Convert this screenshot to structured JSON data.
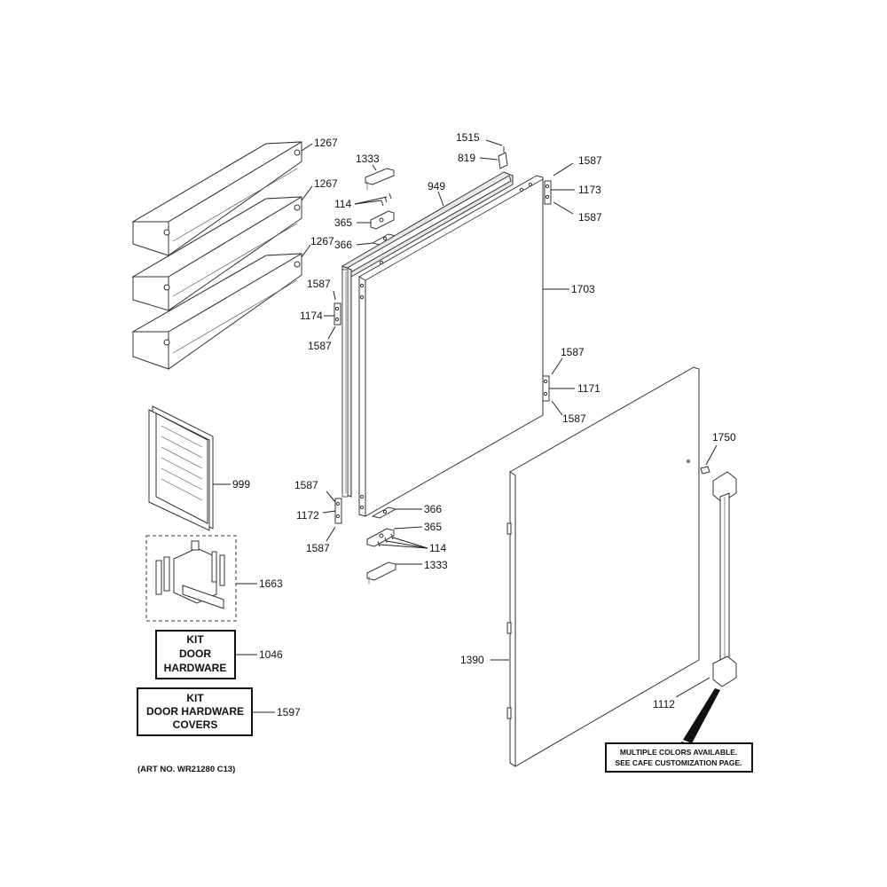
{
  "callouts": {
    "bin_top": "1267",
    "bin_mid": "1267",
    "bin_low": "1267",
    "manual": "999",
    "hardware_bag": "1663",
    "kit_hw": "1046",
    "kit_covers": "1597",
    "bracket_top": "1333",
    "screw_top": "114",
    "hinge_top": "365",
    "shim_top": "366",
    "p1515": "1515",
    "p819": "819",
    "gasket": "949",
    "p1587_a": "1587",
    "p1173": "1173",
    "p1587_b": "1587",
    "door_panel": "1703",
    "p1587_c": "1587",
    "p1174": "1174",
    "p1587_d": "1587",
    "p1587_e": "1587",
    "p1171": "1171",
    "p1587_f": "1587",
    "handle_screw": "1750",
    "p1587_g": "1587",
    "p1172": "1172",
    "p1587_h": "1587",
    "shim_bot": "366",
    "hinge_bot": "365",
    "screw_bot": "114",
    "bracket_bot": "1333",
    "overlay_panel": "1390",
    "handle": "1112"
  },
  "kit_boxes": {
    "kit_hw_lines": [
      "KIT",
      "DOOR",
      "HARDWARE"
    ],
    "kit_covers_lines": [
      "KIT",
      "DOOR HARDWARE",
      "COVERS"
    ]
  },
  "note": {
    "line1": "MULTIPLE COLORS AVAILABLE.",
    "line2": "SEE CAFE CUSTOMIZATION PAGE."
  },
  "art_no": "(ART NO. WR21280 C13)"
}
